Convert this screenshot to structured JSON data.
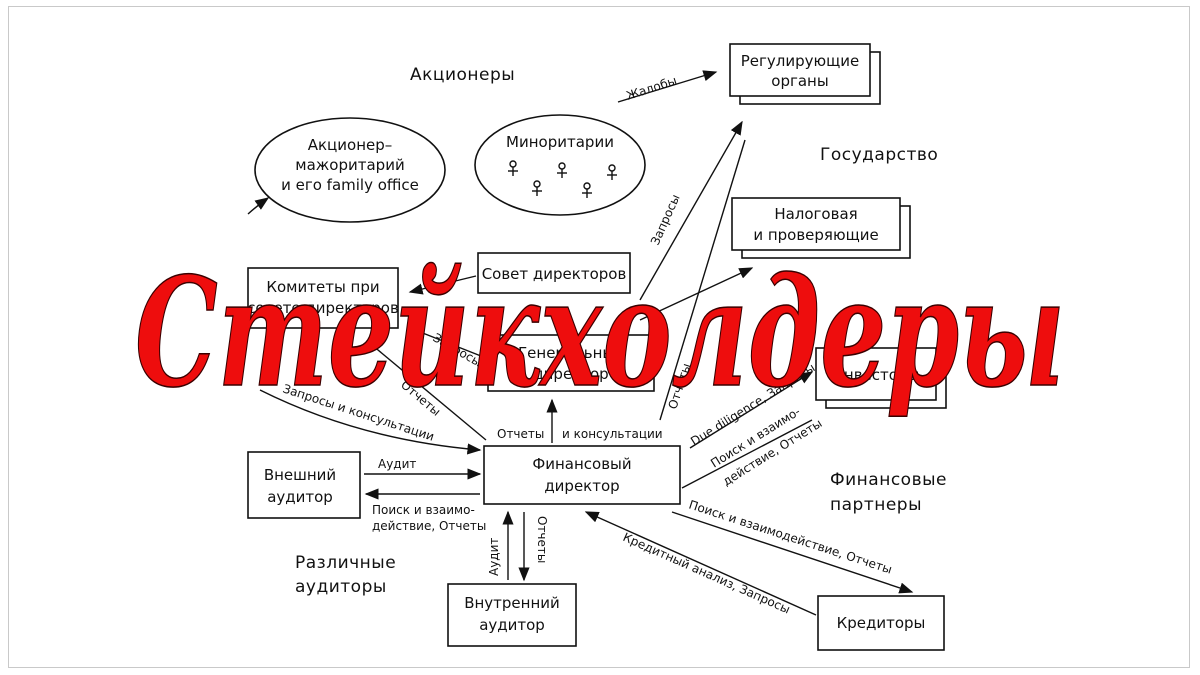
{
  "overlay_title": "Стейкхолдеры",
  "groups": {
    "shareholders": "Акционеры",
    "state": "Государство",
    "financial_partners": [
      "Финансовые",
      "партнеры"
    ],
    "auditors": [
      "Различные",
      "аудиторы"
    ]
  },
  "nodes": {
    "majority": [
      "Акционер–",
      "мажоритарий",
      "и его family office"
    ],
    "minority": "Миноритарии",
    "regulators": [
      "Регулирующие",
      "органы"
    ],
    "tax": [
      "Налоговая",
      "и проверяющие"
    ],
    "committees": [
      "Комитеты при",
      "совете директоров"
    ],
    "board": "Совет директоров",
    "ceo": [
      "Генеральный",
      "директор"
    ],
    "investors": "Инвесторы",
    "external_auditor": [
      "Внешний",
      "аудитор"
    ],
    "cfo": [
      "Финансовый",
      "директор"
    ],
    "internal_auditor": [
      "Внутренний",
      "аудитор"
    ],
    "creditors": "Кредиторы"
  },
  "edges": {
    "complaints": "Жалобы",
    "requests": "Запросы",
    "requests_short": "Запросы",
    "reports": "Отчеты",
    "reports_right": "Отчеты",
    "requests_consult": "Запросы и консультации",
    "reports_consult": [
      "Отчеты",
      "и консультации"
    ],
    "due_diligence": "Due diligence, Запросы",
    "search_partners": [
      "Поиск и взаимо-",
      "действие, Отчеты"
    ],
    "audit_ext": "Аудит",
    "search_ext": [
      "Поиск и взаимо-",
      "действие, Отчеты"
    ],
    "audit_int": "Аудит",
    "reports_int": "Отчеты",
    "search_creditors": "Поиск и взаимодействие, Отчеты",
    "credit_analysis": "Кредитный анализ, Запросы"
  },
  "colors": {
    "overlay": "#ee0d0d",
    "ink": "#111111",
    "frame": "#c9c9c9"
  }
}
